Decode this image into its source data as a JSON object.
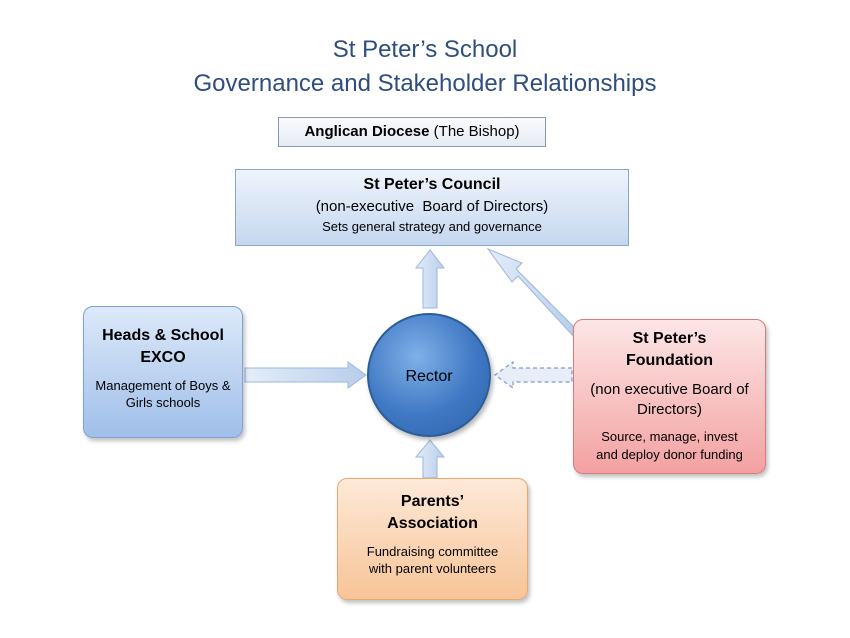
{
  "title": {
    "line1": "St Peter’s School",
    "line2": "Governance and Stakeholder Relationships"
  },
  "nodes": {
    "diocese": {
      "name": "Anglican Diocese",
      "detail": "(The Bishop)"
    },
    "council": {
      "name": "St Peter’s Council",
      "subtitle": "(non-executive  Board of Directors)",
      "description": "Sets general strategy and governance"
    },
    "heads": {
      "name": "Heads & School EXCO",
      "description": "Management of Boys & Girls schools"
    },
    "rector": {
      "name": "Rector"
    },
    "foundation": {
      "name_line1": "St Peter’s",
      "name_line2": "Foundation",
      "subtitle": "(non executive  Board of Directors)",
      "description_line1": "Source, manage, invest",
      "description_line2": "and deploy donor funding"
    },
    "parents": {
      "name_line1": "Parents’",
      "name_line2": "Association",
      "description_line1": "Fundraising committee",
      "description_line2": "with parent volunteers"
    }
  },
  "relationships": [
    {
      "from": "Rector",
      "to": "St Peter’s Council",
      "style": "solid"
    },
    {
      "from": "St Peter’s Foundation",
      "to": "St Peter’s Council",
      "style": "solid"
    },
    {
      "from": "Heads & School EXCO",
      "to": "Rector",
      "style": "solid"
    },
    {
      "from": "St Peter’s Foundation",
      "to": "Rector",
      "style": "dashed"
    },
    {
      "from": "Parents’ Association",
      "to": "Rector",
      "style": "solid"
    }
  ],
  "colors": {
    "title": "#2e4e80",
    "council_fill": "#c5d7ef",
    "heads_fill": "#9fbfe9",
    "rector_fill": "#3f78c4",
    "foundation_fill": "#f3a1a1",
    "parents_fill": "#f7c497",
    "arrow_fill": "#c8d9f2",
    "arrow_stroke": "#9db7de"
  }
}
